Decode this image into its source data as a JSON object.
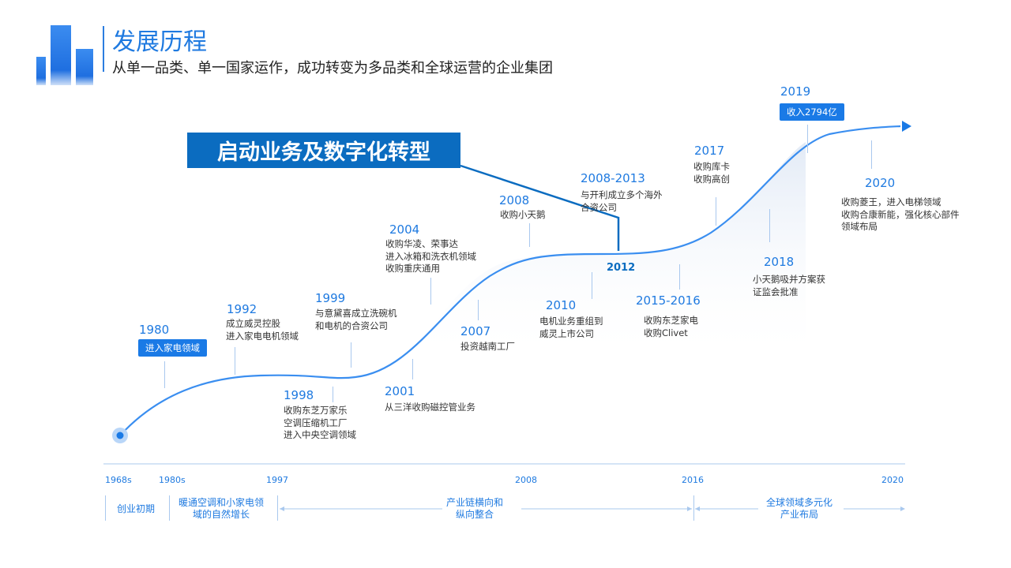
{
  "header": {
    "title": "发展历程",
    "subtitle": "从单一品类、单一国家运作，成功转变为多品类和全球运营的企业集团"
  },
  "highlight": {
    "label": "启动业务及数字化转型",
    "year": "2012"
  },
  "events": [
    {
      "year": "1980",
      "badge": "进入家电领域"
    },
    {
      "year": "1992",
      "lines": [
        "成立威灵控股",
        "进入家电电机领域"
      ]
    },
    {
      "year": "1998",
      "lines": [
        "收购东芝万家乐",
        "空调压缩机工厂",
        "进入中央空调领域"
      ]
    },
    {
      "year": "1999",
      "lines": [
        "与意黛喜成立洗碗机",
        "和电机的合资公司"
      ]
    },
    {
      "year": "2001",
      "lines": [
        "从三洋收购磁控管业务"
      ]
    },
    {
      "year": "2004",
      "lines": [
        "收购华凌、荣事达",
        "进入冰箱和洗衣机领域",
        "收购重庆通用"
      ]
    },
    {
      "year": "2007",
      "lines": [
        "投资越南工厂"
      ]
    },
    {
      "year": "2008",
      "lines": [
        "收购小天鹅"
      ]
    },
    {
      "year": "2008-2013",
      "lines": [
        "与开利成立多个海外",
        "合资公司"
      ]
    },
    {
      "year": "2010",
      "lines": [
        "电机业务重组到",
        "威灵上市公司"
      ]
    },
    {
      "year": "2015-2016",
      "lines": [
        "收购东芝家电",
        "收购Clivet"
      ]
    },
    {
      "year": "2017",
      "lines": [
        "收购库卡",
        "收购高创"
      ]
    },
    {
      "year": "2018",
      "lines": [
        "小天鹅吸并方案获",
        "证监会批准"
      ]
    },
    {
      "year": "2019",
      "badge": "收入2794亿"
    },
    {
      "year": "2020",
      "lines": [
        "收购菱王，进入电梯领域",
        "收购合康新能，强化核心部件",
        "领域布局"
      ]
    }
  ],
  "axis": {
    "labels": [
      "1968s",
      "1980s",
      "1997",
      "2008",
      "2016",
      "2020"
    ]
  },
  "phases": [
    {
      "lines": [
        "创业初期"
      ]
    },
    {
      "lines": [
        "暖通空调和小家电领",
        "域的自然增长"
      ]
    },
    {
      "lines": [
        "产业链横向和",
        "纵向整合"
      ]
    },
    {
      "lines": [
        "全球领域多元化",
        "产业布局"
      ]
    }
  ],
  "colors": {
    "accent": "#1f7ae0",
    "dark": "#0b6cc0"
  }
}
